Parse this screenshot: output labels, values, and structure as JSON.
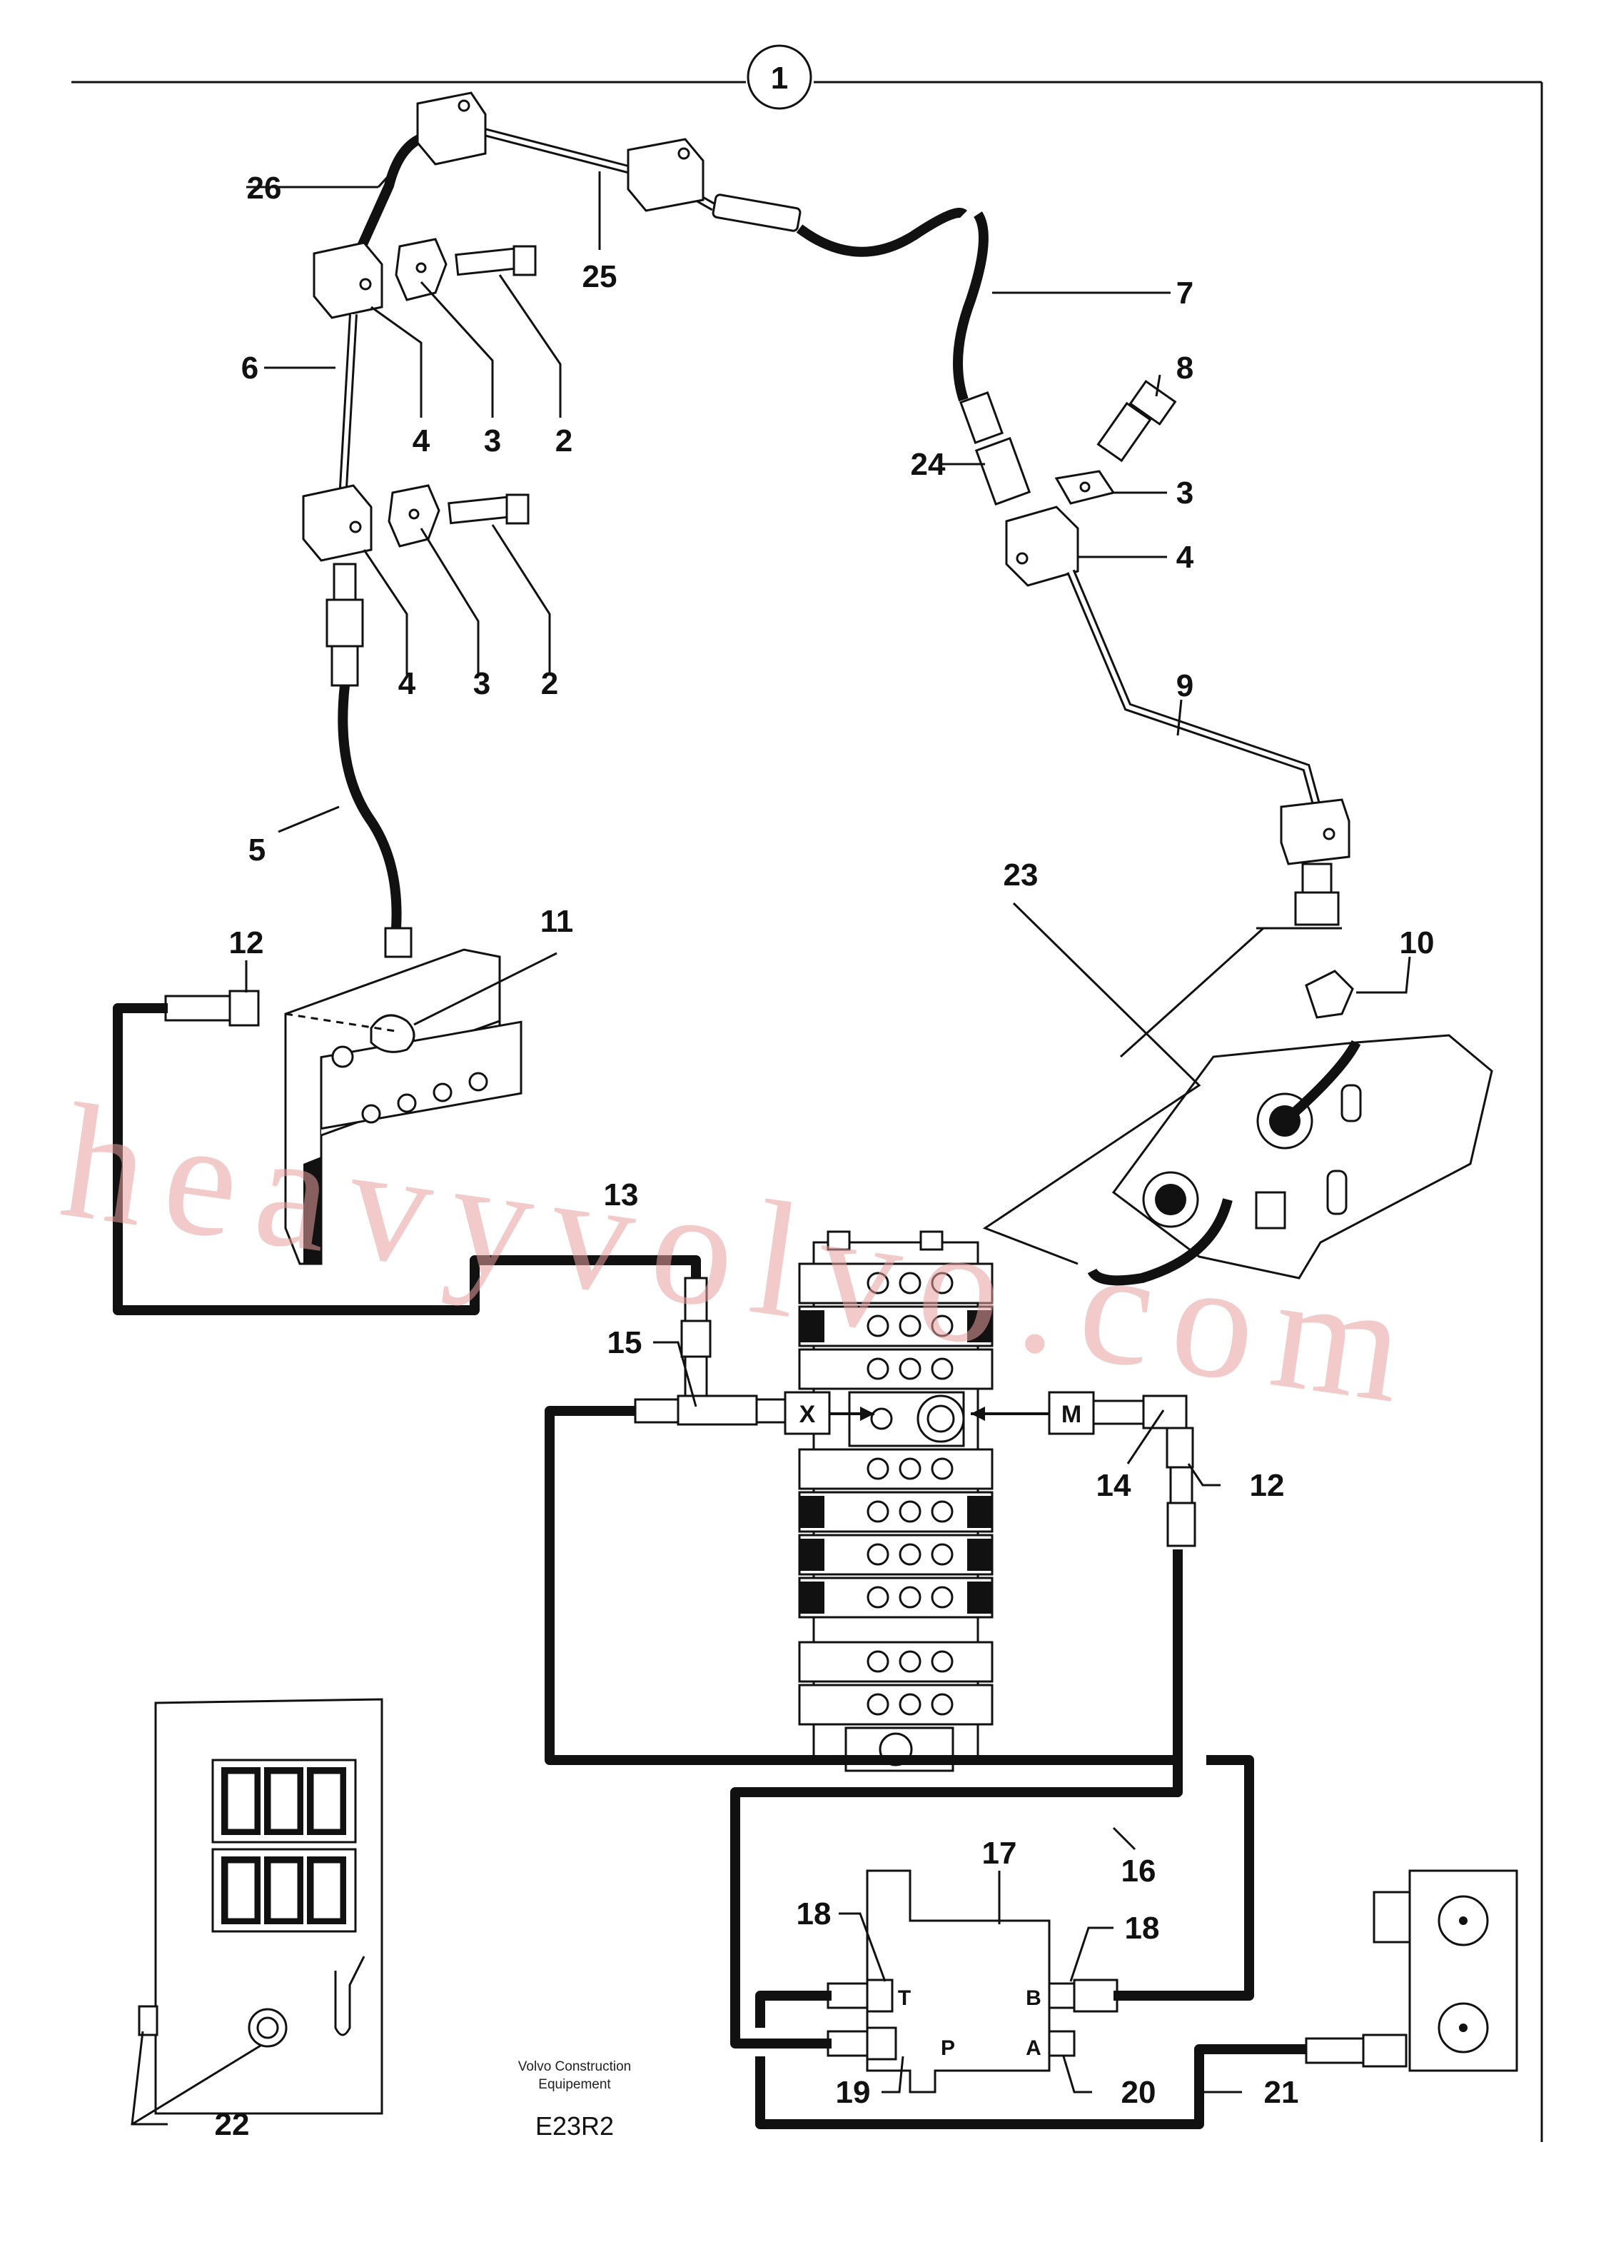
{
  "view_number": "1",
  "labels": {
    "l2a": "2",
    "l2b": "2",
    "l3a": "3",
    "l3b": "3",
    "l3c": "3",
    "l4a": "4",
    "l4b": "4",
    "l4c": "4",
    "l5": "5",
    "l6": "6",
    "l7": "7",
    "l8": "8",
    "l9": "9",
    "l10": "10",
    "l11": "11",
    "l12a": "12",
    "l12b": "12",
    "l13": "13",
    "l14": "14",
    "l15": "15",
    "l16": "16",
    "l17": "17",
    "l18a": "18",
    "l18b": "18",
    "l19": "19",
    "l20": "20",
    "l21": "21",
    "l22": "22",
    "l23": "23",
    "l24": "24",
    "l25": "25",
    "l26": "26"
  },
  "ports": {
    "t": "T",
    "b": "B",
    "p": "P",
    "a": "A"
  },
  "boxes": {
    "x": "X",
    "m": "M"
  },
  "footer": {
    "company_line1": "Volvo Construction",
    "company_line2": "Equipement",
    "code": "E23R2"
  },
  "watermark": "heavyvolvo.com"
}
